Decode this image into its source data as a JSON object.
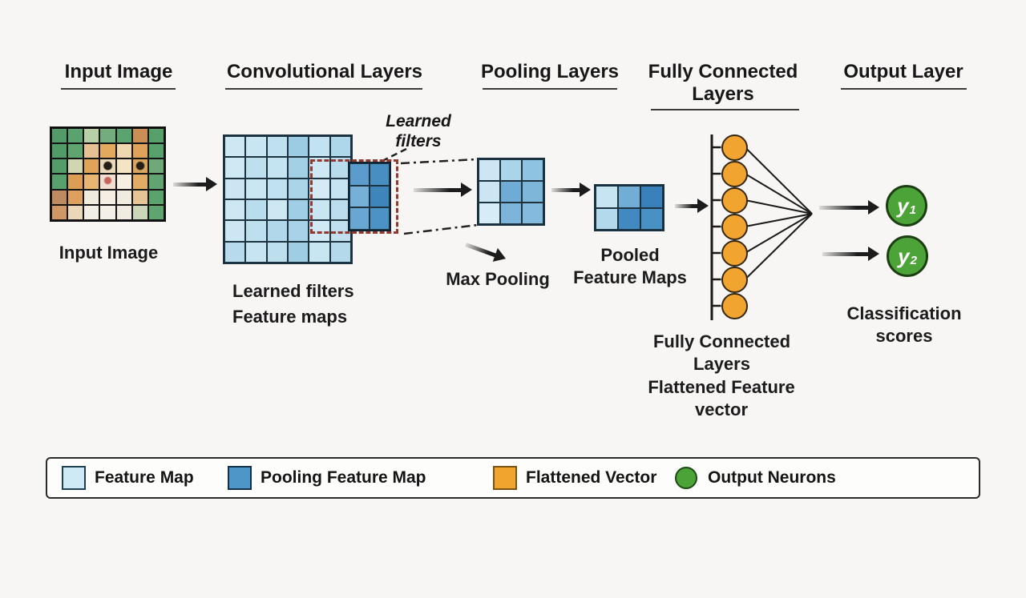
{
  "headers": {
    "input": "Input Image",
    "conv": "Convolutional Layers",
    "pooling": "Pooling Layers",
    "fc": {
      "line1": "Fully Connected",
      "line2": "Layers"
    },
    "output": "Output Layer"
  },
  "labels": {
    "input_caption": "Input Image",
    "callout": {
      "line1": "Learned",
      "line2": "filters"
    },
    "conv_caption1": "Learned filters",
    "conv_caption2": "Feature maps",
    "max_pooling": "Max Pooling",
    "pooled": {
      "line1": "Pooled",
      "line2": "Feature Maps"
    },
    "fc_caption": {
      "line1": "Fully Connected",
      "line2": "Layers"
    },
    "flattened": {
      "line1": "Flattened Feature",
      "line2": "vector"
    },
    "classification": {
      "line1": "Classification",
      "line2": "scores"
    }
  },
  "grids": {
    "input": {
      "cols": 7,
      "rows": 6,
      "cells": [
        "#539c6a",
        "#5aa26f",
        "#b8cfa8",
        "#74ac7e",
        "#5ca46f",
        "#c98f54",
        "#57a06b",
        "#519b67",
        "#5ea570",
        "#e6c193",
        "#e2a95f",
        "#efd7b0",
        "#dfa25a",
        "#58a16c",
        "#549d69",
        "#d2d6b0",
        "#dfa458",
        "eye:#e9d8ba",
        "#f3e4c6",
        "eye:#d9a360",
        "#6fa97a",
        "#58a06c",
        "#dc9d55",
        "#e7b673",
        "nose:#f1ded0",
        "#f6efe1",
        "#e2ac66",
        "#61a471",
        "#c08a60",
        "#dea05e",
        "#f1ebdf",
        "#f4eee3",
        "#f2ece0",
        "#e5c496",
        "#5ca26d",
        "#cf9764",
        "#ead7ba",
        "#f3eee5",
        "#f5f0e7",
        "#f1ebe1",
        "#ccd7ba",
        "#60a470"
      ]
    },
    "conv": {
      "cols": 6,
      "rows": 6,
      "cells": [
        "#cde8f3",
        "#c7e5f2",
        "#bfe0ef",
        "#9ccbe4",
        "#c3e2f1",
        "#aed7ea",
        "#cfe9f4",
        "#bddfee",
        "#c5e4f1",
        "#a4d0e6",
        "#cfe9f4",
        "#b8dcec",
        "#cbe6f2",
        "#cae6f2",
        "#c0e1ef",
        "#aad4e8",
        "#d4ebf5",
        "#c5e3f1",
        "#cee8f3",
        "#b9dded",
        "#cee8f3",
        "#a0cee5",
        "#c9e5f2",
        "#bbddee",
        "#cce7f3",
        "#bedfee",
        "#b1d8ea",
        "#a7d2e7",
        "#d0e9f4",
        "#c0e0ef",
        "#b7dbec",
        "#c6e4f1",
        "#bcdeed",
        "#9fcde4",
        "#c8e5f2",
        "#b3d9eb"
      ]
    },
    "overlap": {
      "cols": 2,
      "rows": 3,
      "cells": [
        "#5c9ccc",
        "#498ec1",
        "#76b0d7",
        "#3e85bc",
        "#69a6d1",
        "#4d92c4"
      ]
    },
    "pool": {
      "cols": 3,
      "rows": 3,
      "cells": [
        "#cce7f3",
        "#aad4ea",
        "#8fc3e2",
        "#cbe6f2",
        "#6fabd5",
        "#7eb6da",
        "#d6ecf6",
        "#7db5da",
        "#84bade"
      ]
    },
    "pooled": {
      "cols": 3,
      "rows": 2,
      "cells": [
        "#c7e4f2",
        "#72add6",
        "#3a81bb",
        "#b3d9ec",
        "#4189c0",
        "#4990c4"
      ]
    }
  },
  "fc": {
    "neurons": 7,
    "connected": 6,
    "neuron_color": "#f2a431"
  },
  "output": {
    "nodes": [
      {
        "base": "y",
        "sub": "1"
      },
      {
        "base": "y",
        "sub": "2"
      }
    ]
  },
  "legend": {
    "items": [
      {
        "shape": "square",
        "fill": "#cfeaf5",
        "border": "#1e4050",
        "label": "Feature Map"
      },
      {
        "shape": "square",
        "fill": "#4e95c8",
        "border": "#143048",
        "label": "Pooling Feature Map"
      },
      {
        "shape": "square",
        "fill": "#f1a52f",
        "border": "#7c5210",
        "label": "Flattened Vector"
      },
      {
        "shape": "circle",
        "fill": "#4ca338",
        "border": "#1d4a15",
        "label": "Output Neurons"
      }
    ]
  },
  "colors": {
    "feature_map": "#cfeaf5",
    "pooling_feature_map": "#4e95c8",
    "flattened_vector": "#f1a52f",
    "output_neuron": "#4ca338",
    "filter_box": "#93392f",
    "arrow": "#1c1c1c"
  }
}
